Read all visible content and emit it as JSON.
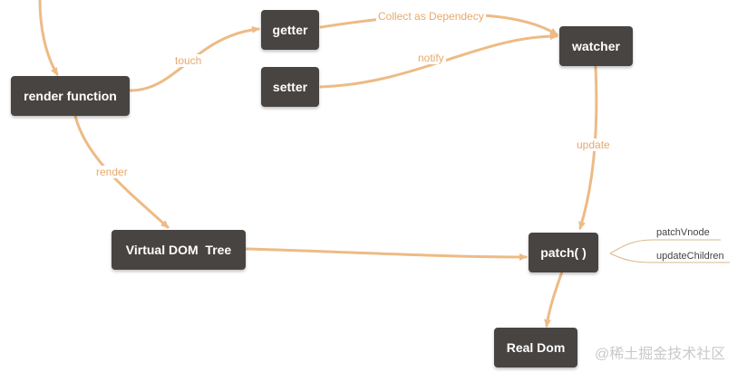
{
  "nodes": {
    "render_function": "render function",
    "getter": "getter",
    "setter": "setter",
    "watcher": "watcher",
    "virtual_dom_tree": "Virtual DOM  Tree",
    "patch": "patch( )",
    "real_dom": "Real Dom"
  },
  "edges": {
    "touch": "touch",
    "collect": "Collect as Dependecy",
    "notify": "notify",
    "update": "update",
    "render": "render"
  },
  "branches": {
    "patch_vnode": "patchVnode",
    "update_children": "updateChildren"
  },
  "watermark": "@稀土掘金技术社区",
  "colors": {
    "node_bg": "#474442",
    "node_text": "#ffffff",
    "edge": "#edbb85",
    "edge_label": "#e8a96a",
    "branch_line": "#d9b88a"
  }
}
